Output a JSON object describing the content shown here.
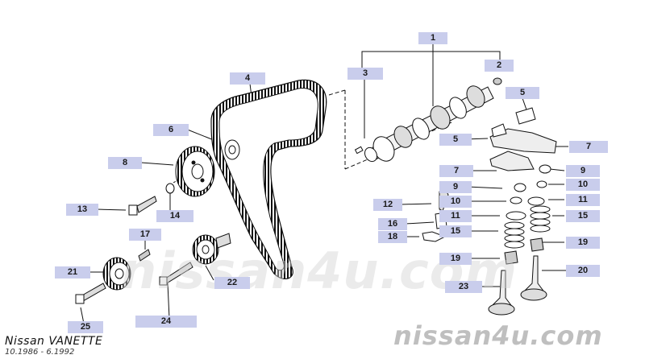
{
  "watermark": "nissan4u.com",
  "vehicle": {
    "model": "Nissan  VANETTE",
    "dates": "10.1986  -  6.1992"
  },
  "callouts": [
    "1",
    "2",
    "3",
    "4",
    "5",
    "5",
    "6",
    "7",
    "7",
    "8",
    "9",
    "9",
    "10",
    "10",
    "11",
    "11",
    "12",
    "13",
    "14",
    "15",
    "15",
    "16",
    "17",
    "18",
    "19",
    "19",
    "20",
    "21",
    "22",
    "23",
    "24",
    "25"
  ],
  "colors": {
    "callout_bg": "#c9cdec",
    "line": "#111111"
  }
}
